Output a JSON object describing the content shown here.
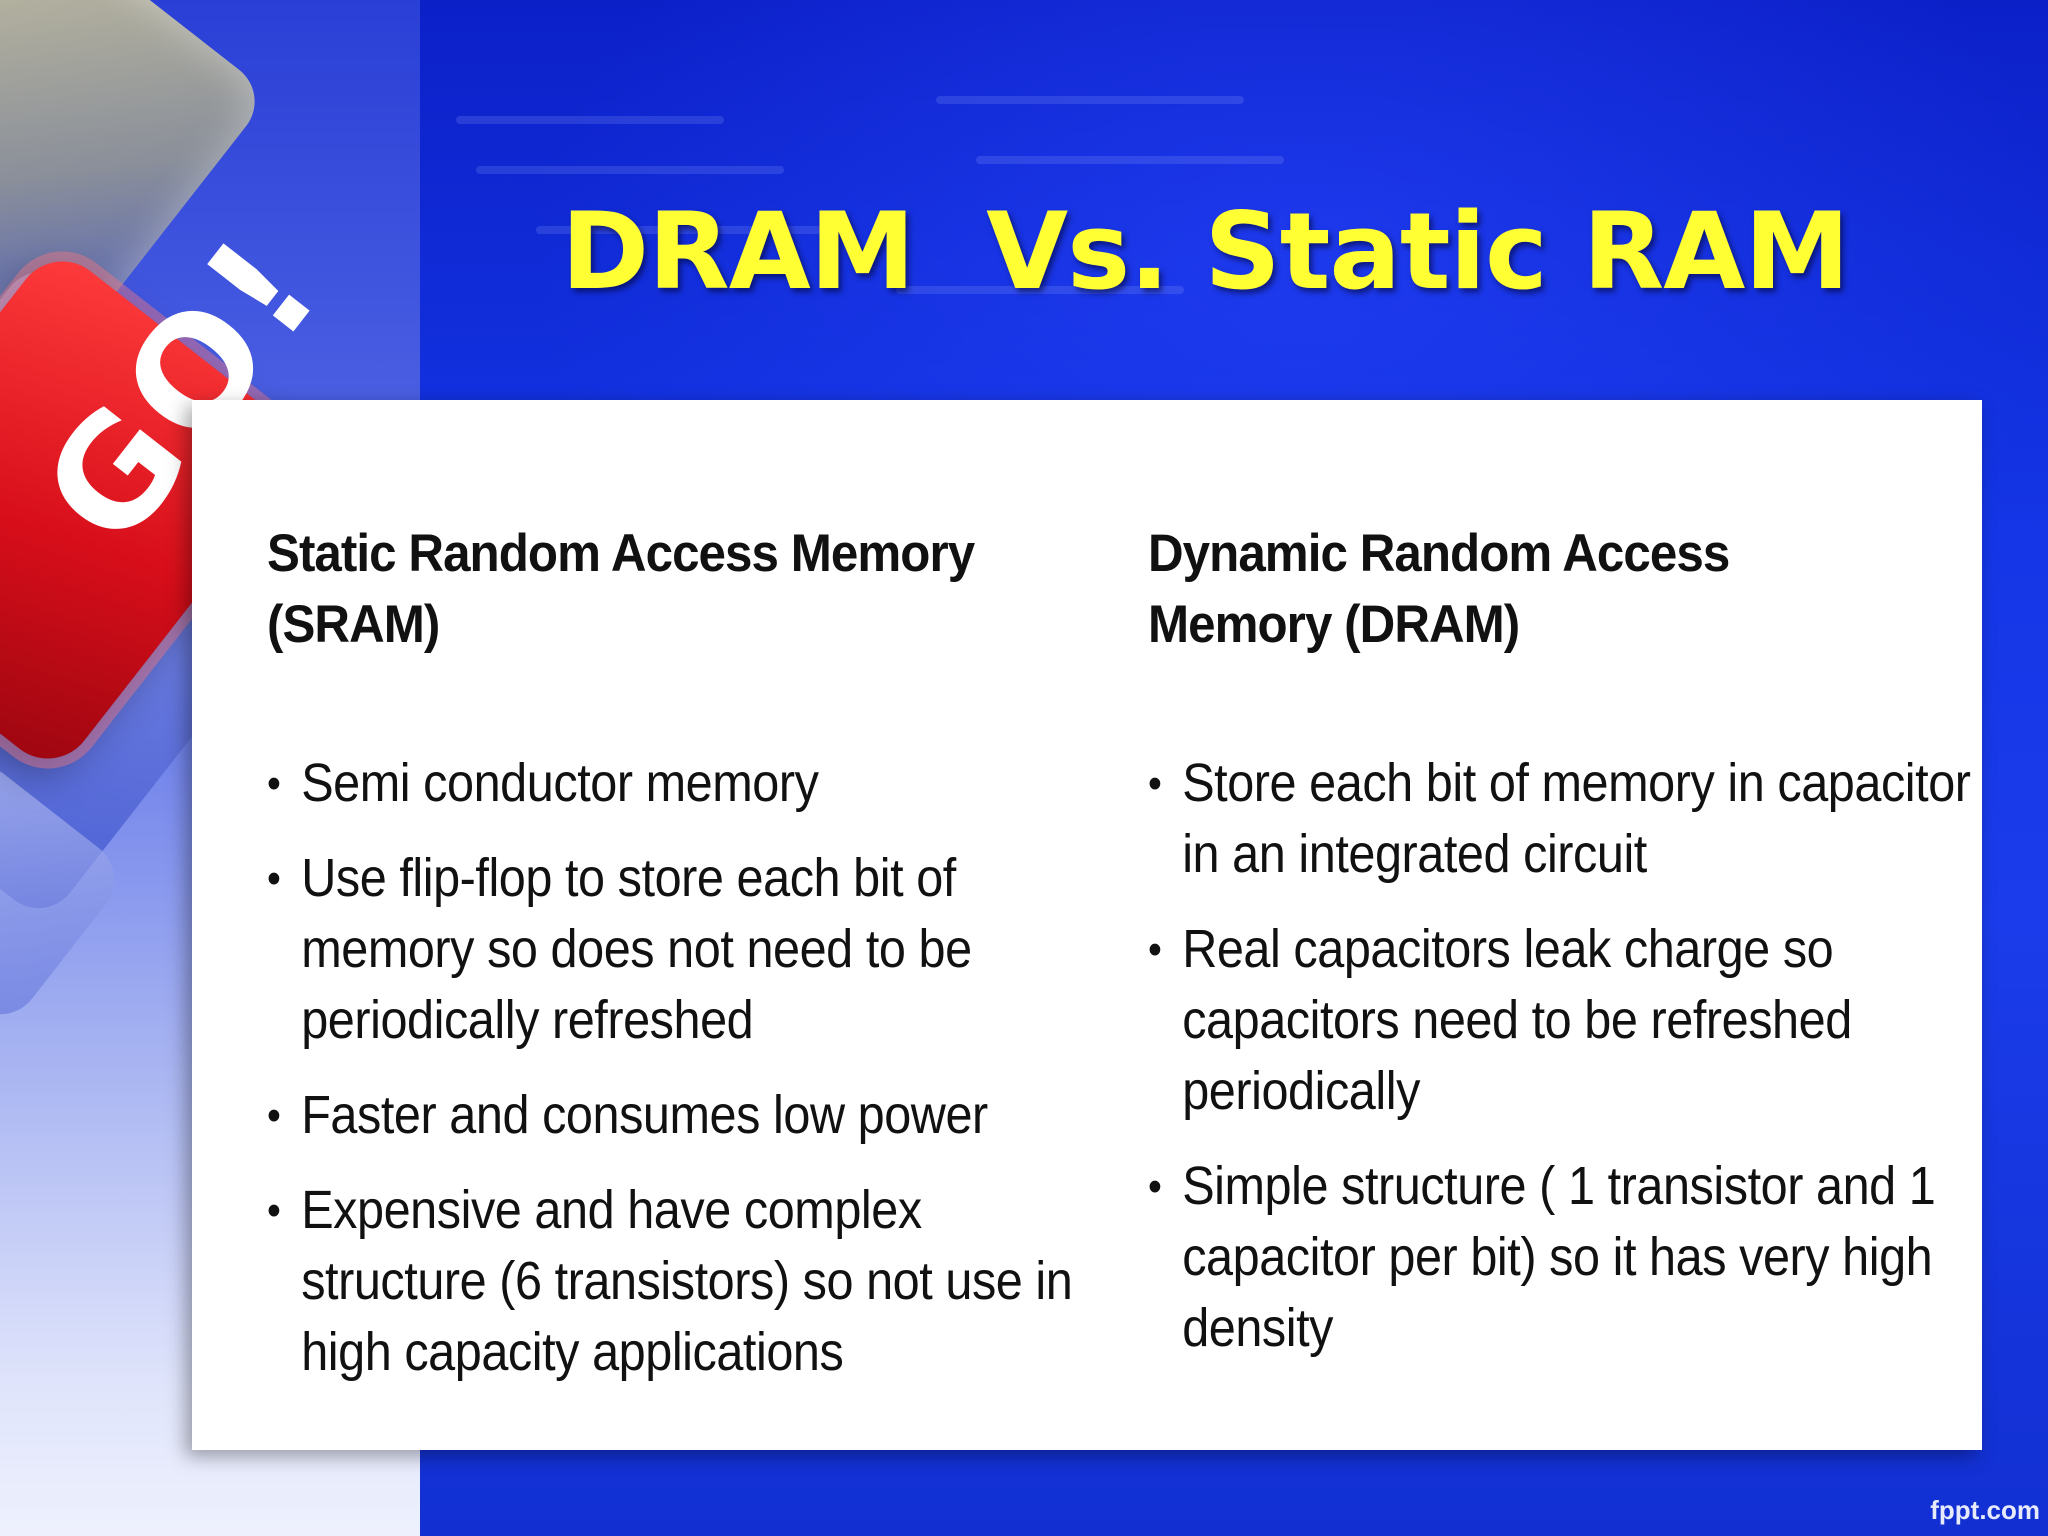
{
  "slide": {
    "title": "DRAM  Vs. Static RAM",
    "watermark": "fppt.com",
    "art_label": "GO!",
    "colors": {
      "background": "#1436e6",
      "title": "#ffff33",
      "panel": "#ffffff",
      "text": "#111111"
    }
  },
  "columns": [
    {
      "heading": "Static Random Access Memory (SRAM)",
      "bullets": [
        "Semi conductor memory",
        "Use flip-flop to store each bit of memory so does not need to be periodically refreshed",
        "Faster and consumes low power",
        "Expensive and have complex structure (6 transistors) so not use in high capacity applications"
      ]
    },
    {
      "heading": "Dynamic Random Access Memory (DRAM)",
      "bullets": [
        "Store each bit of memory in capacitor in an integrated circuit",
        "Real capacitors leak charge so capacitors need to be refreshed periodically",
        "Simple structure ( 1 transistor and 1 capacitor per bit) so it has very high density"
      ]
    }
  ]
}
